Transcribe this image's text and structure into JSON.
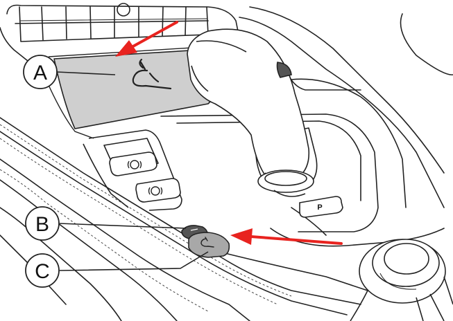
{
  "callouts": {
    "a": "A",
    "b": "B",
    "c": "C"
  },
  "park_button_label": "P",
  "icons": {
    "wireless_charging": "wireless-charging-icon",
    "parking_brake": "parking-brake-icon",
    "auto_hold": "auto-hold-icon"
  },
  "colors": {
    "charging_pad": "#cfcfcf",
    "button_fill": "#a8a8a8",
    "arrow": "#e8231f",
    "line": "#222222"
  }
}
